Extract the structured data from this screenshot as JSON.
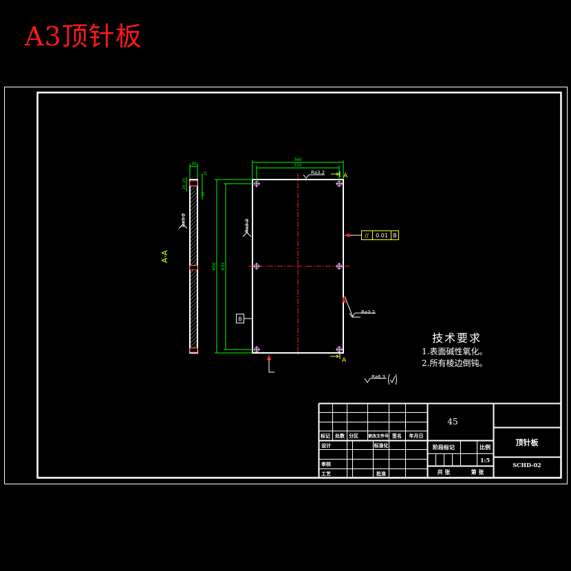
{
  "title": "A3顶针板",
  "view_label": "A-A",
  "section_marks": [
    "A",
    "A"
  ],
  "dimensions": {
    "overall_width": "340",
    "inner_width": "310",
    "overall_height": "650",
    "inner_height": "632",
    "thickness": "30",
    "side_top": "15",
    "side_a": "20",
    "side_b": "25",
    "side_c": "20"
  },
  "roughness": {
    "top": "Ra3.2",
    "left": "Ra3.2",
    "right": "Ra3.2",
    "side": "Ra3.2",
    "general": "Ra6.3"
  },
  "tolerance": {
    "symbol": "//",
    "value": "0.01",
    "datum": "B"
  },
  "datum_label": "B",
  "tech_requirements": {
    "heading": "技术要求",
    "items": [
      "1.表面碱性氧化。",
      "2.所有棱边倒钝。"
    ]
  },
  "title_block": {
    "material": "45",
    "part_name": "顶针板",
    "drawing_no": "SCHD-02",
    "scale_label": "比例",
    "scale_value": "1:5",
    "stage_label": "阶段标记",
    "sheets_label": "共 张",
    "sheet_label": "第 张",
    "headers": [
      "标记",
      "处数",
      "分区",
      "更改文件号",
      "签名",
      "年月日"
    ],
    "design": "设计",
    "standardize": "标准化",
    "review": "审核",
    "process": "工艺",
    "approve": "批准"
  },
  "colors": {
    "title": "#ff1a1a",
    "border": "#ffffff",
    "dimension": "#00ff00",
    "centerline": "#ff2020",
    "text": "#ffffff",
    "annotation": "#ffff00"
  }
}
